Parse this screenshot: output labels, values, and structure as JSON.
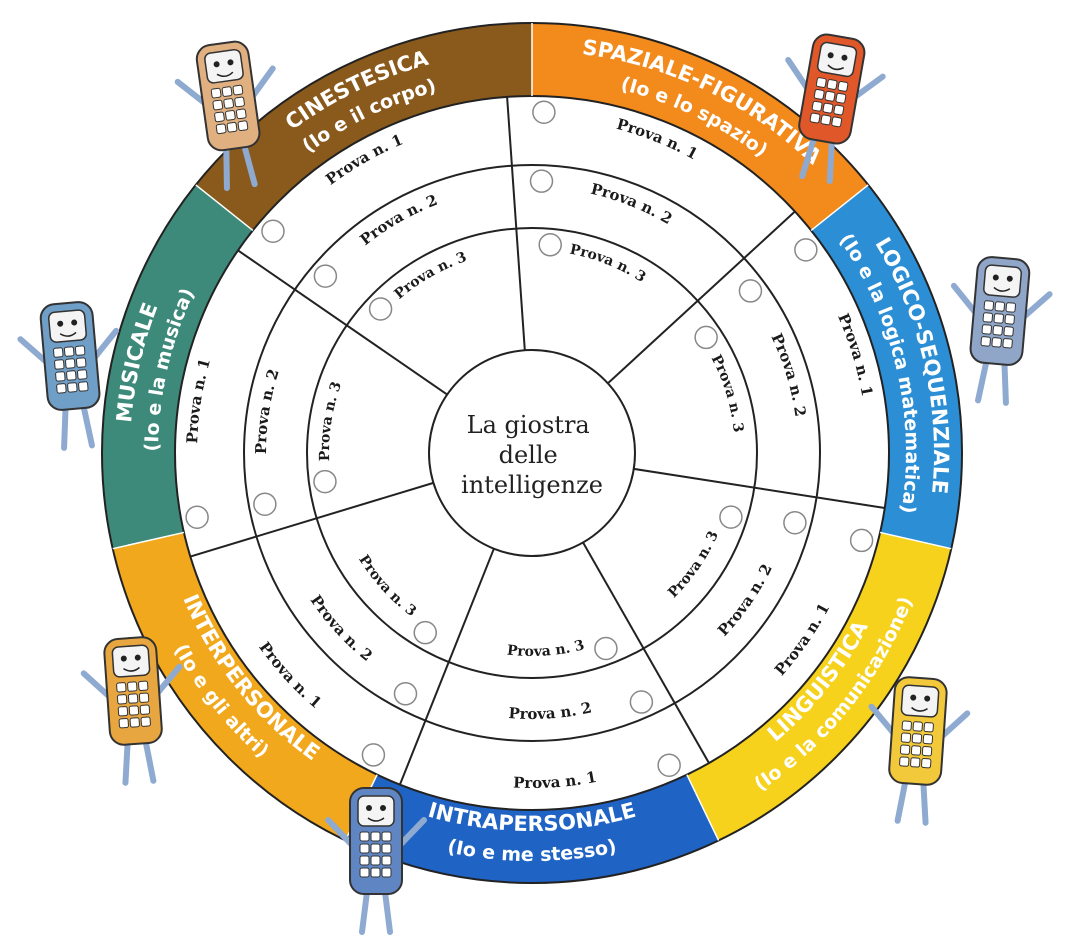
{
  "center": {
    "lines": [
      "La giostra",
      "delle",
      "intelligenze"
    ]
  },
  "segments": [
    {
      "key": "spaziale",
      "title": "SPAZIALE-FIGURATIVA",
      "subtitle": "(Io e lo spazio)",
      "color": "#f28a1c",
      "prova": {
        "ring1": "Prova n. 1",
        "ring2": "Prova n. 2",
        "ring3": "Prova n. 3"
      }
    },
    {
      "key": "logico",
      "title": "LOGICO-SEQUENZIALE",
      "subtitle": "(Io e la logica matematica)",
      "color": "#2c8fd6",
      "prova": {
        "ring1": "Prova n. 1",
        "ring2": "Prova n. 2",
        "ring3": "Prova n. 3"
      }
    },
    {
      "key": "linguistica",
      "title": "LINGUISTICA",
      "subtitle": "(Io e la comunicazione)",
      "color": "#f6d21c",
      "prova": {
        "ring1": "Prova n. 1",
        "ring2": "Prova n. 2",
        "ring3": "Prova n. 3"
      }
    },
    {
      "key": "intrapersonale",
      "title": "INTRAPERSONALE",
      "subtitle": "(Io e me stesso)",
      "color": "#1f63c4",
      "prova": {
        "ring1": "Prova n. 1",
        "ring2": "Prova n. 2",
        "ring3": "Prova n. 3"
      }
    },
    {
      "key": "interpersonale",
      "title": "INTERPERSONALE",
      "subtitle": "(Io e gli altri)",
      "color": "#f2a81c",
      "prova": {
        "ring1": "Prova n. 1",
        "ring2": "Prova n. 2",
        "ring3": "Prova n. 3"
      }
    },
    {
      "key": "musicale",
      "title": "MUSICALE",
      "subtitle": "(Io e la musica)",
      "color": "#3d8a7a",
      "prova": {
        "ring1": "Prova n. 1",
        "ring2": "Prova n. 2",
        "ring3": "Prova n. 3"
      }
    },
    {
      "key": "cinestesica",
      "title": "CINESTESICA",
      "subtitle": "(Io e il corpo)",
      "color": "#8a5a1c",
      "prova": {
        "ring1": "Prova n. 1",
        "ring2": "Prova n. 2",
        "ring3": "Prova n. 3"
      }
    }
  ],
  "mascots": [
    {
      "name": "mascot-cinestesica",
      "color": "#e0b080"
    },
    {
      "name": "mascot-spaziale",
      "color": "#e0582a"
    },
    {
      "name": "mascot-logico",
      "color": "#8fa6c8"
    },
    {
      "name": "mascot-musicale",
      "color": "#6f9ec6"
    },
    {
      "name": "mascot-interpersonale",
      "color": "#e8a640"
    },
    {
      "name": "mascot-intrapersonale",
      "color": "#5f86c2"
    },
    {
      "name": "mascot-linguistica",
      "color": "#f2c93a"
    }
  ]
}
